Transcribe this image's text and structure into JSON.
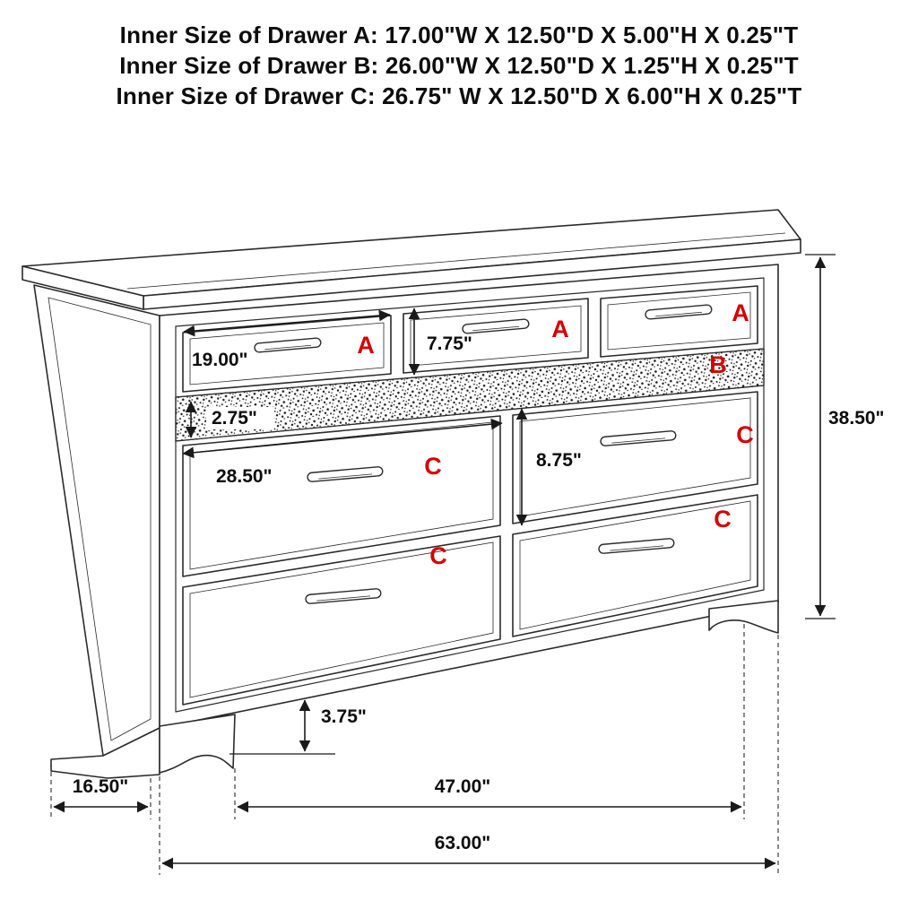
{
  "header": {
    "lines": [
      "Inner Size of Drawer A: 17.00\"W X 12.50\"D X 5.00\"H X 0.25\"T",
      "Inner Size of Drawer B: 26.00\"W X 12.50\"D X 1.25\"H X 0.25\"T",
      "Inner Size of Drawer C: 26.75\" W X 12.50\"D X 6.00\"H X 0.25\"T"
    ]
  },
  "letters": {
    "drawer_a": "A",
    "drawer_b": "B",
    "drawer_c": "C"
  },
  "dimensions": {
    "drawer_a_width": "19.00\"",
    "drawer_a_height": "7.75\"",
    "strip_height": "2.75\"",
    "drawer_c_width": "28.50\"",
    "drawer_c_height": "8.75\"",
    "overall_height": "38.50\"",
    "leg_height": "3.75\"",
    "overall_depth": "16.50\"",
    "leg_span_width": "47.00\"",
    "overall_width": "63.00\""
  },
  "colors": {
    "letter_red": "#d40000",
    "line_dark": "#2b2b2b",
    "background": "#ffffff"
  }
}
